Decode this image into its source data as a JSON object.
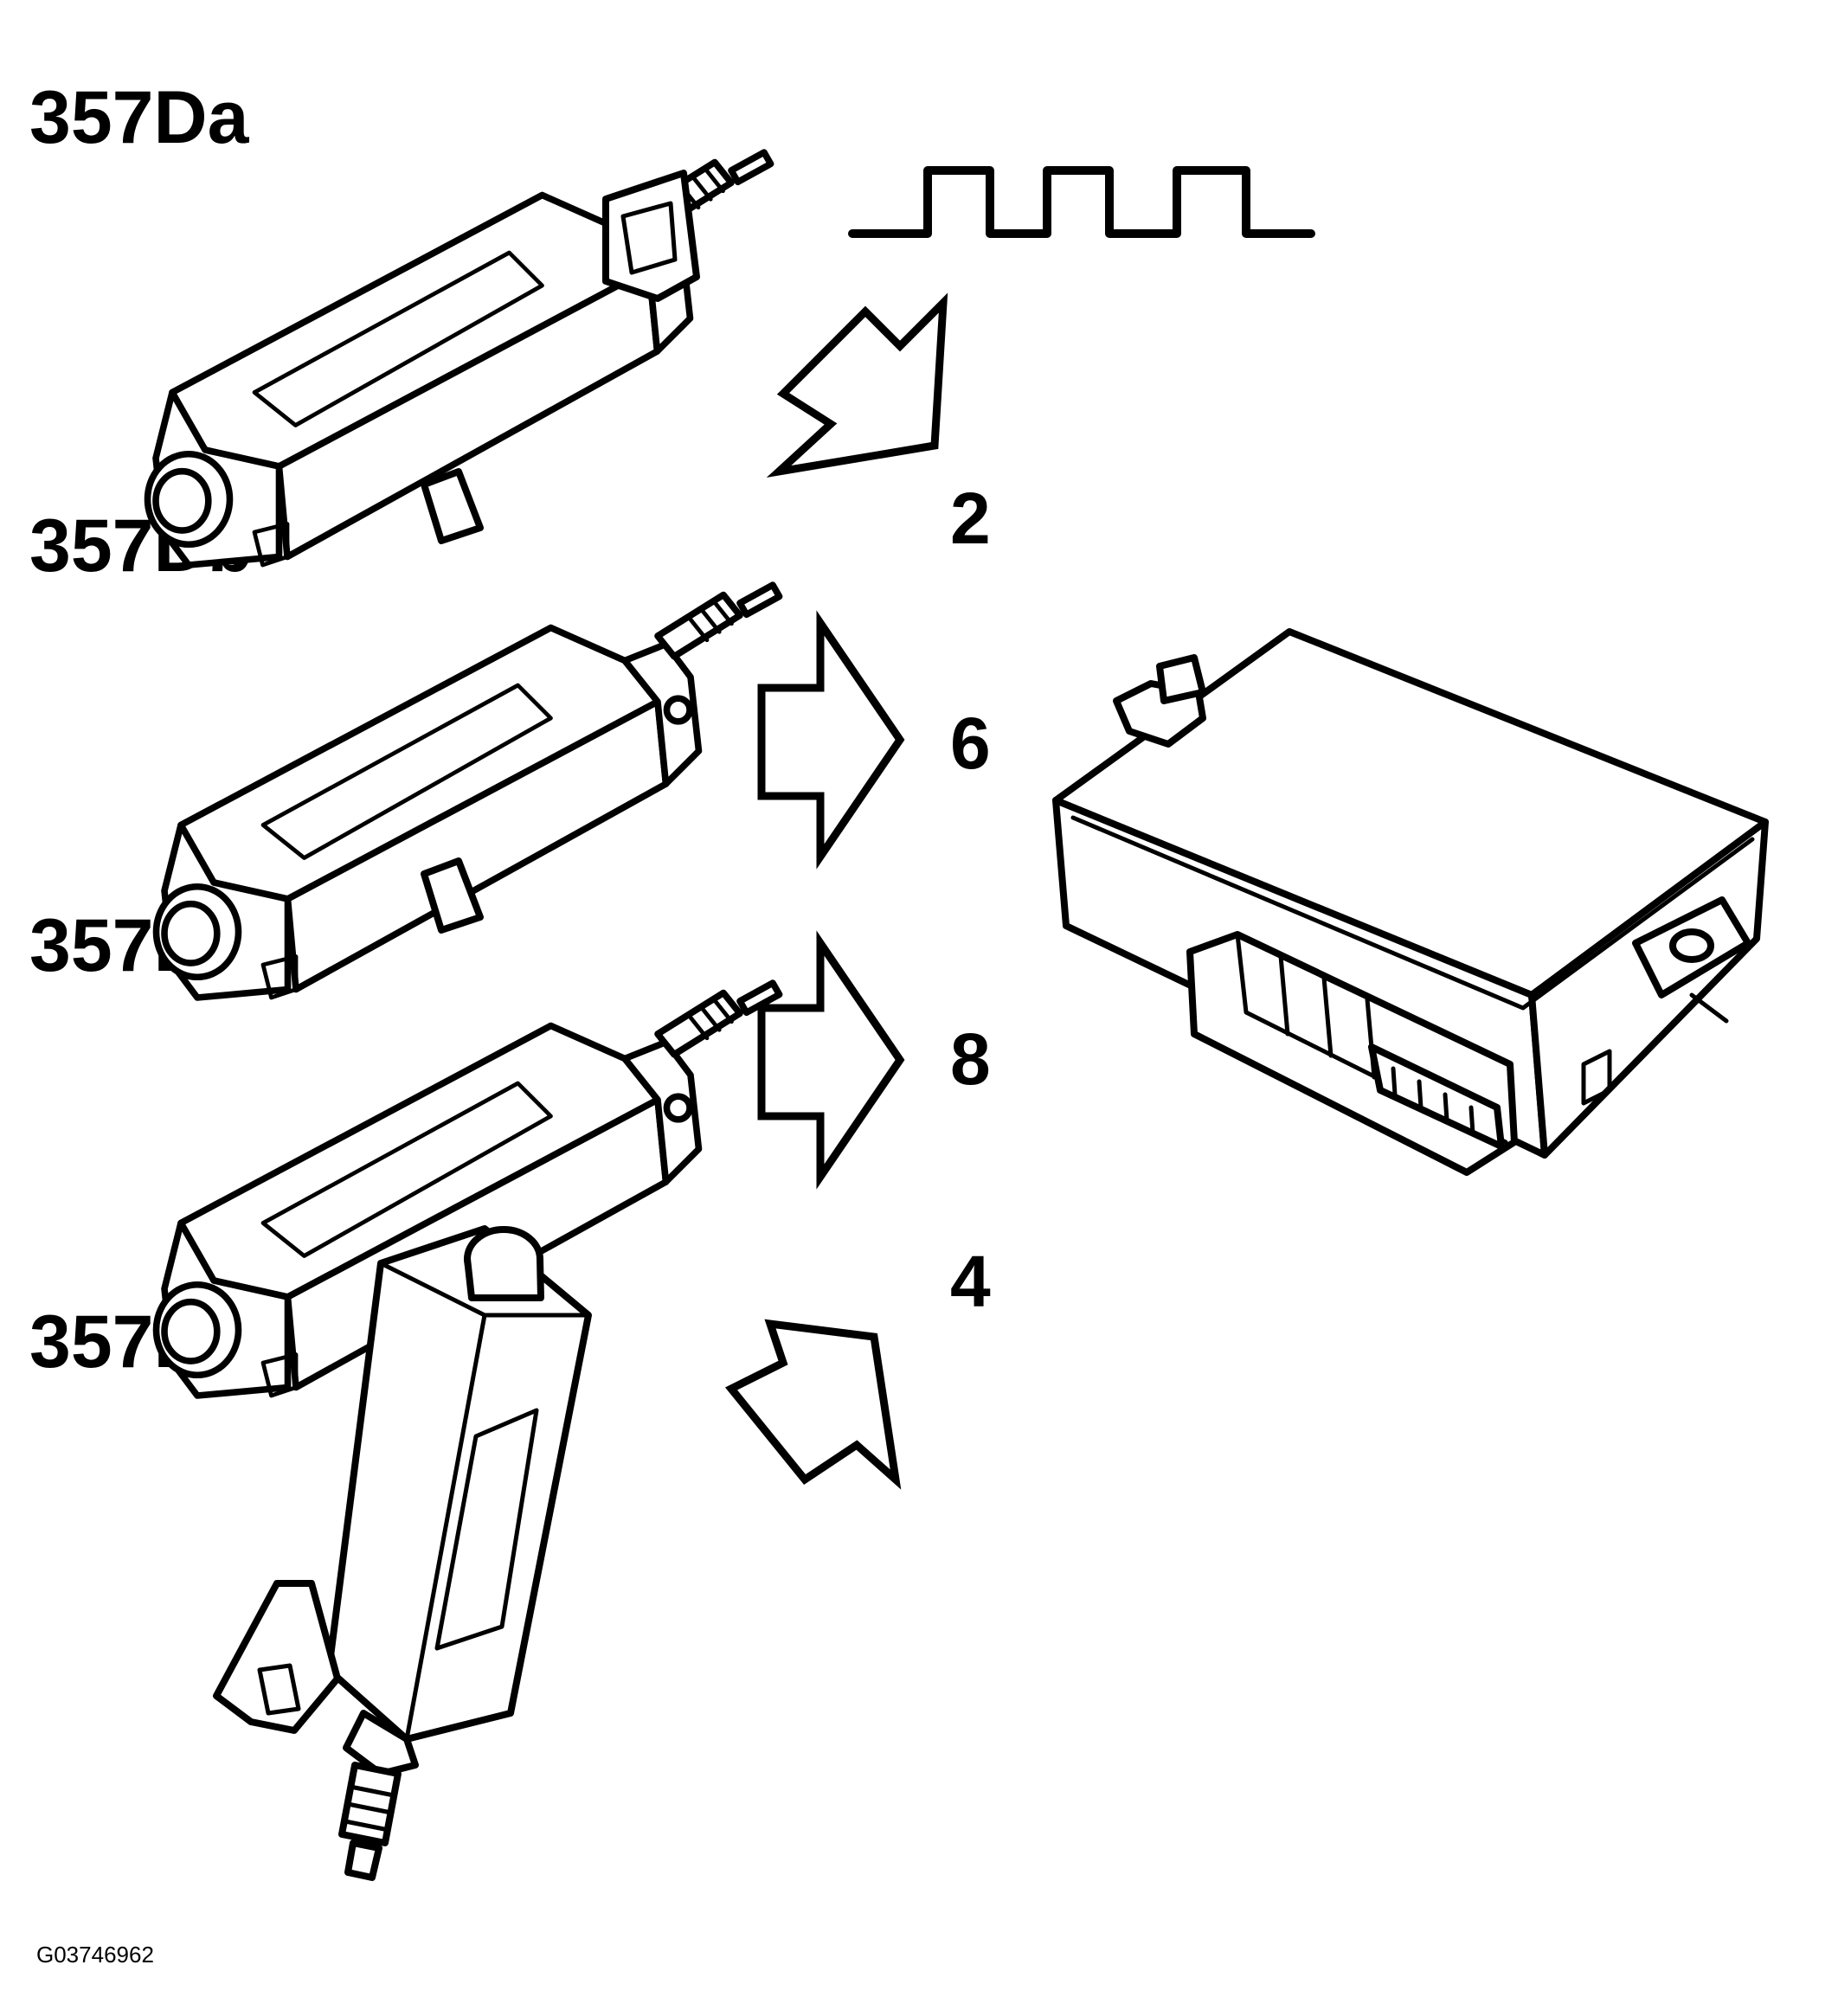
{
  "motors": [
    {
      "label": "357Da",
      "icon": "motor-icon"
    },
    {
      "label": "357Db",
      "icon": "motor-icon"
    },
    {
      "label": "357Dc",
      "icon": "motor-icon"
    },
    {
      "label": "357Dd",
      "icon": "motor-icon"
    }
  ],
  "pins": [
    "2",
    "6",
    "8",
    "4"
  ],
  "signal": {
    "icon": "square-wave-icon"
  },
  "control_module": {
    "icon": "control-module-icon"
  },
  "figure_code": "G03746962"
}
